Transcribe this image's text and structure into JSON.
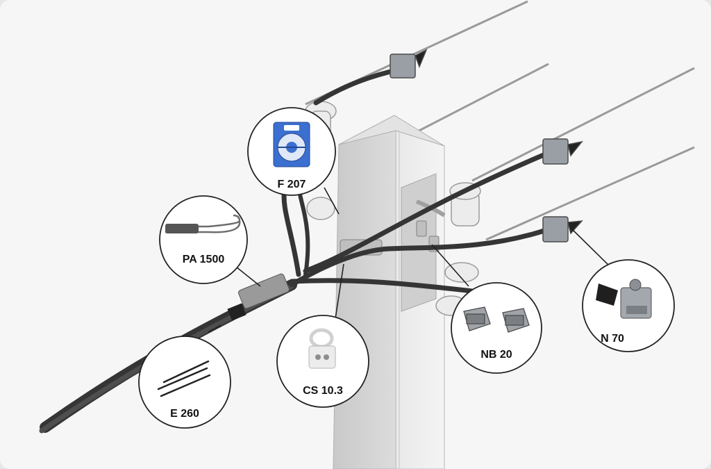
{
  "callouts": [
    {
      "id": "f207",
      "label": "F 207",
      "icon": "steel-strap-reel-icon"
    },
    {
      "id": "pa1500",
      "label": "PA 1500",
      "icon": "anchoring-clamp-icon"
    },
    {
      "id": "e260",
      "label": "E 260",
      "icon": "cable-ties-icon"
    },
    {
      "id": "cs103",
      "label": "CS 10.3",
      "icon": "cable-support-clip-icon"
    },
    {
      "id": "nb20",
      "label": "NB 20",
      "icon": "strap-buckles-icon"
    },
    {
      "id": "n70",
      "label": "N 70",
      "icon": "piercing-connector-icon"
    }
  ],
  "colors": {
    "background": "#f6f6f7",
    "pole": "#d6d6d6",
    "cable": "#3a3a3a",
    "reel_blue": "#3b6fd0",
    "callout_border": "#222222"
  }
}
